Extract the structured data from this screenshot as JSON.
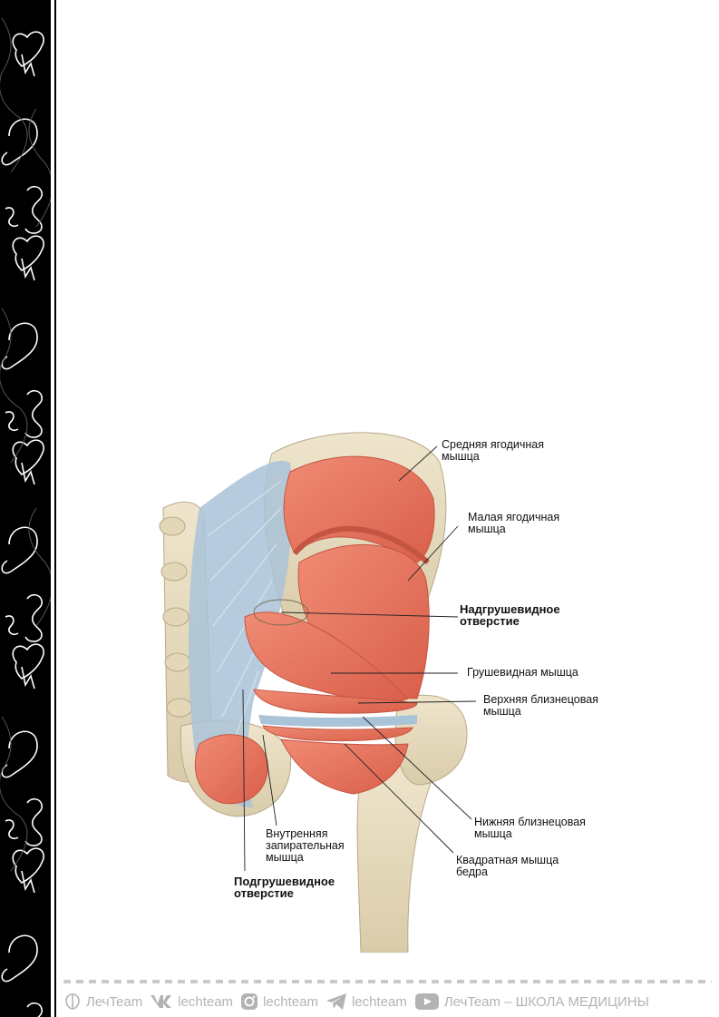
{
  "labels": {
    "middle_gluteus": "Средняя ягодичная\nмышца",
    "minimus_gluteus": "Малая ягодичная\nмышца",
    "suprapiriform": "Надгрушевидное\nотверстие",
    "piriformis": "Грушевидная мышца",
    "superior_gemellus": "Верхняя близнецовая\nмышца",
    "inferior_gemellus": "Нижняя близнецовая\nмышца",
    "quadratus": "Квадратная мышца\nбедра",
    "obturator_internus": "Внутренняя\nзапирательная\nмышца",
    "infrapiriform": "Подгрушевидное\nотверстие"
  },
  "footer": {
    "brand1": "ЛечTeam",
    "vk": "lechteam",
    "instagram": "lechteam",
    "telegram": "lechteam",
    "youtube": "ЛечTeam – ШКОЛА МЕДИЦИНЫ"
  },
  "colors": {
    "muscle": "#e8735e",
    "bone": "#e7dcc0",
    "ligament": "#a9c3d8",
    "strip": "#000000",
    "footer_gray": "#b3b3b3"
  }
}
